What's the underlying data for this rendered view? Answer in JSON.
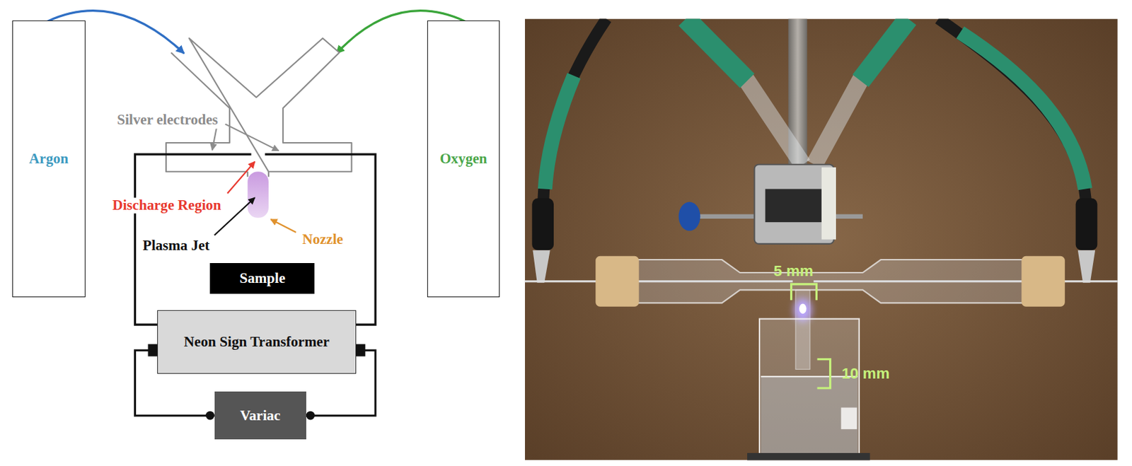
{
  "diagram": {
    "nodes": [
      {
        "text": [
          "Argon"
        ]
      },
      {
        "text": [
          "Oxygen"
        ]
      },
      {
        "text": [
          "Sample"
        ]
      },
      {
        "text": [
          "Neon Sign Transformer"
        ]
      },
      {
        "text": [
          "Variac"
        ]
      }
    ],
    "edges": [
      {
        "from": 3,
        "to": 4,
        "arrow": "none"
      },
      {
        "from": 3,
        "to": 4,
        "arrow": "none"
      }
    ],
    "labels": [
      "Silver electrodes",
      "Discharge Region",
      "Plasma Jet",
      "Nozzle",
      "5 mm",
      "10 mm"
    ]
  }
}
